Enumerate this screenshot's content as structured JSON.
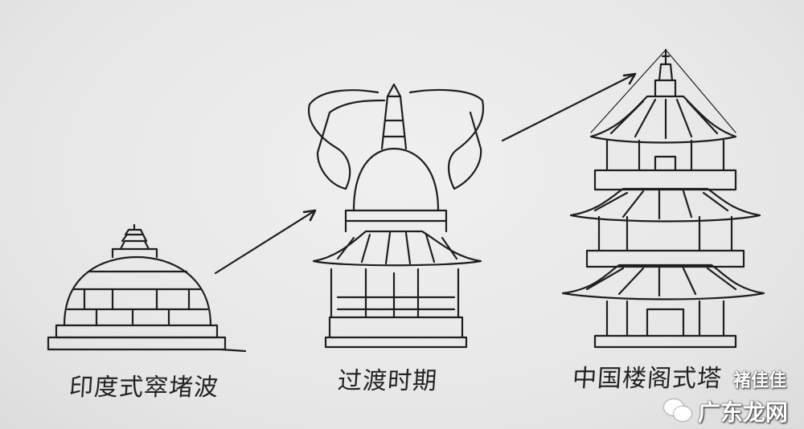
{
  "captions": {
    "indian_stupa": "印度式窣堵波",
    "transition": "过渡时期",
    "chinese_pagoda": "中国楼阁式塔"
  },
  "watermark": {
    "author": "褚佳佳",
    "site": "广东龙网",
    "icon": "wechat-icon"
  },
  "colors": {
    "ink": "#1e1e1e",
    "paper": "#e9e9e9"
  }
}
